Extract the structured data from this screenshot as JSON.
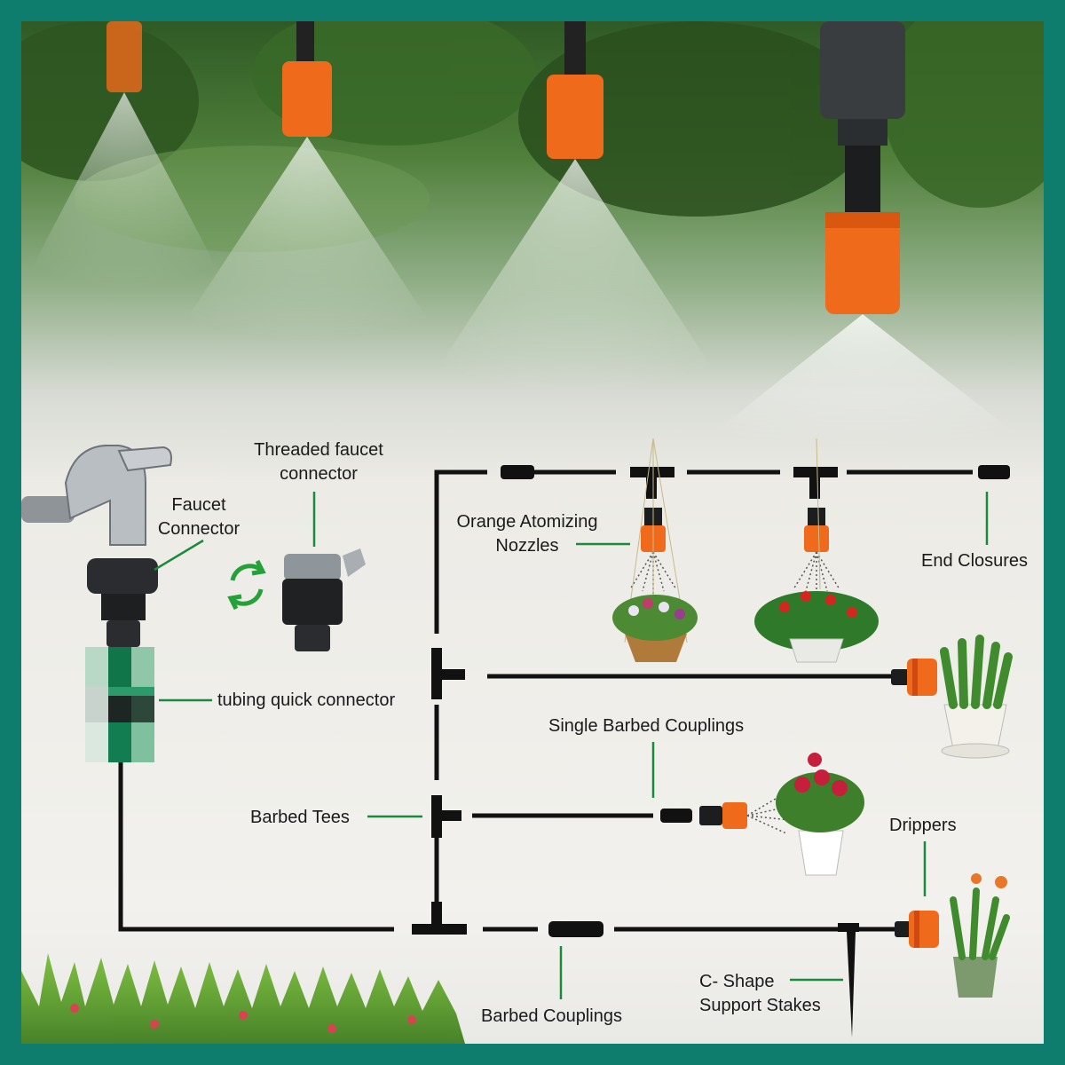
{
  "labels": {
    "faucet_connector": [
      "Faucet",
      "Connector"
    ],
    "threaded_faucet_connector": [
      "Threaded faucet",
      "connector"
    ],
    "orange_atomizing_nozzles": [
      "Orange Atomizing",
      "Nozzles"
    ],
    "end_closures": "End Closures",
    "tubing_quick_connector": "tubing quick connector",
    "single_barbed_couplings": "Single Barbed Couplings",
    "barbed_tees": "Barbed Tees",
    "drippers": "Drippers",
    "c_shape_support_stakes": [
      "C- Shape",
      "Support Stakes"
    ],
    "barbed_couplings": "Barbed Couplings"
  },
  "colors": {
    "border": "#0f7d6d",
    "callout_line": "#1b8a3a",
    "tubing": "#111111",
    "nozzle_orange": "#f06a1c",
    "foliage": "#3f7a2c"
  },
  "icons": [
    "faucet-icon",
    "swap-arrows-icon",
    "threaded-connector-icon",
    "nozzle-icon",
    "tee-icon",
    "coupling-icon",
    "end-closure-icon",
    "dripper-icon",
    "stake-icon",
    "plant-pot-icon"
  ]
}
